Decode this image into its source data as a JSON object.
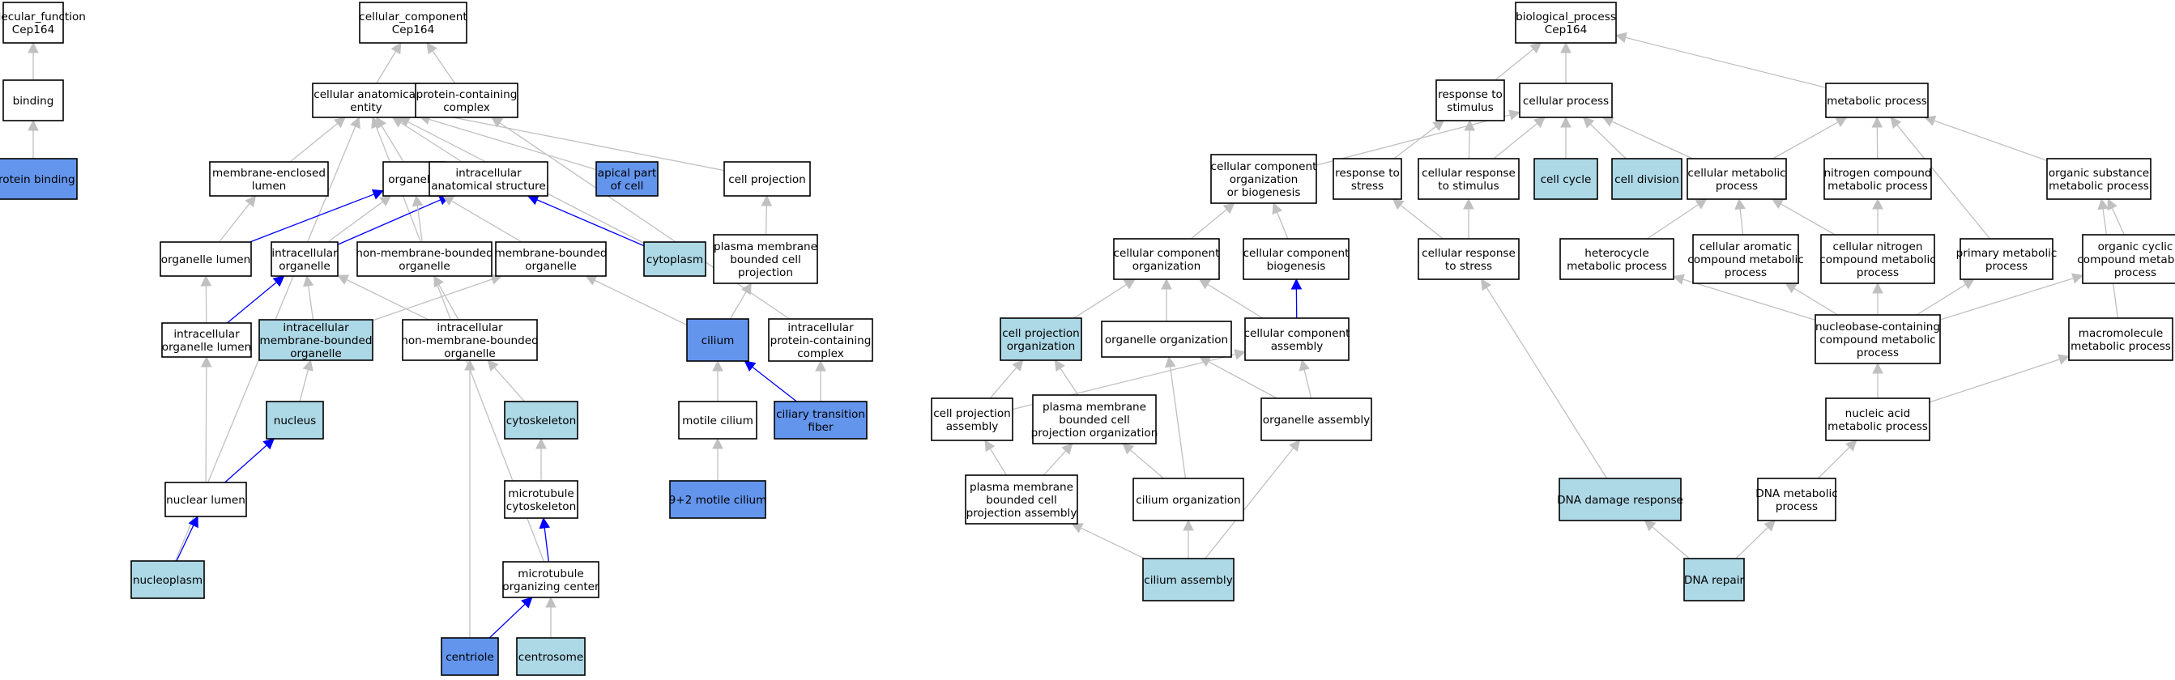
{
  "colors": {
    "default": "#ffffff",
    "light": "#add8e6",
    "dark": "#6495ed",
    "edge_gray": "#c0c0c0",
    "edge_blue": "#0000ff"
  },
  "nodes": {
    "mf_root": {
      "lines": [
        "molecular_function",
        "Cep164"
      ],
      "fill": "default"
    },
    "binding": {
      "lines": [
        "binding"
      ],
      "fill": "default"
    },
    "protein_binding": {
      "lines": [
        "protein binding"
      ],
      "fill": "dark"
    },
    "cc_root": {
      "lines": [
        "cellular_component",
        "Cep164"
      ],
      "fill": "default"
    },
    "cae": {
      "lines": [
        "cellular anatomical",
        "entity"
      ],
      "fill": "default"
    },
    "pcc": {
      "lines": [
        "protein-containing",
        "complex"
      ],
      "fill": "default"
    },
    "mel": {
      "lines": [
        "membrane-enclosed",
        "lumen"
      ],
      "fill": "default"
    },
    "organelle": {
      "lines": [
        "organelle"
      ],
      "fill": "default"
    },
    "ias": {
      "lines": [
        "intracellular",
        "anatomical structure"
      ],
      "fill": "default"
    },
    "apical": {
      "lines": [
        "apical part",
        "of cell"
      ],
      "fill": "dark"
    },
    "cellproj": {
      "lines": [
        "cell projection"
      ],
      "fill": "default"
    },
    "orglumen": {
      "lines": [
        "organelle lumen"
      ],
      "fill": "default"
    },
    "intorg": {
      "lines": [
        "intracellular",
        "organelle"
      ],
      "fill": "default"
    },
    "nmbo": {
      "lines": [
        "non-membrane-bounded",
        "organelle"
      ],
      "fill": "default"
    },
    "mbo": {
      "lines": [
        "membrane-bounded",
        "organelle"
      ],
      "fill": "default"
    },
    "cytoplasm": {
      "lines": [
        "cytoplasm"
      ],
      "fill": "light"
    },
    "pmbcp": {
      "lines": [
        "plasma membrane",
        "bounded cell",
        "projection"
      ],
      "fill": "default"
    },
    "iol": {
      "lines": [
        "intracellular",
        "organelle lumen"
      ],
      "fill": "default"
    },
    "imbo": {
      "lines": [
        "intracellular",
        "membrane-bounded",
        "organelle"
      ],
      "fill": "light"
    },
    "inmbo": {
      "lines": [
        "intracellular",
        "non-membrane-bounded",
        "organelle"
      ],
      "fill": "default"
    },
    "cilium": {
      "lines": [
        "cilium"
      ],
      "fill": "dark"
    },
    "ipcc": {
      "lines": [
        "intracellular",
        "protein-containing",
        "complex"
      ],
      "fill": "default"
    },
    "nucleus": {
      "lines": [
        "nucleus"
      ],
      "fill": "light"
    },
    "cytoskeleton": {
      "lines": [
        "cytoskeleton"
      ],
      "fill": "light"
    },
    "motile": {
      "lines": [
        "motile cilium"
      ],
      "fill": "default"
    },
    "ctf": {
      "lines": [
        "ciliary transition",
        "fiber"
      ],
      "fill": "dark"
    },
    "nuclumen": {
      "lines": [
        "nuclear lumen"
      ],
      "fill": "default"
    },
    "mtcyto": {
      "lines": [
        "microtubule",
        "cytoskeleton"
      ],
      "fill": "default"
    },
    "motile92": {
      "lines": [
        "9+2 motile cilium"
      ],
      "fill": "dark"
    },
    "nucleoplasm": {
      "lines": [
        "nucleoplasm"
      ],
      "fill": "light"
    },
    "mtoc": {
      "lines": [
        "microtubule",
        "organizing center"
      ],
      "fill": "default"
    },
    "centriole": {
      "lines": [
        "centriole"
      ],
      "fill": "dark"
    },
    "centrosome": {
      "lines": [
        "centrosome"
      ],
      "fill": "light"
    },
    "bp_root": {
      "lines": [
        "biological_process",
        "Cep164"
      ],
      "fill": "default"
    },
    "rts": {
      "lines": [
        "response to",
        "stimulus"
      ],
      "fill": "default"
    },
    "cellproc": {
      "lines": [
        "cellular process"
      ],
      "fill": "default"
    },
    "metproc": {
      "lines": [
        "metabolic process"
      ],
      "fill": "default"
    },
    "ccob": {
      "lines": [
        "cellular component",
        "organization",
        "or biogenesis"
      ],
      "fill": "default"
    },
    "rtstress": {
      "lines": [
        "response to",
        "stress"
      ],
      "fill": "default"
    },
    "crs": {
      "lines": [
        "cellular response",
        "to stimulus"
      ],
      "fill": "default"
    },
    "cellcycle": {
      "lines": [
        "cell cycle"
      ],
      "fill": "light"
    },
    "celldiv": {
      "lines": [
        "cell division"
      ],
      "fill": "light"
    },
    "cmp": {
      "lines": [
        "cellular metabolic",
        "process"
      ],
      "fill": "default"
    },
    "ncmp": {
      "lines": [
        "nitrogen compound",
        "metabolic process"
      ],
      "fill": "default"
    },
    "osmp": {
      "lines": [
        "organic substance",
        "metabolic process"
      ],
      "fill": "default"
    },
    "cco": {
      "lines": [
        "cellular component",
        "organization"
      ],
      "fill": "default"
    },
    "ccb": {
      "lines": [
        "cellular component",
        "biogenesis"
      ],
      "fill": "default"
    },
    "crstress": {
      "lines": [
        "cellular response",
        "to stress"
      ],
      "fill": "default"
    },
    "hmp": {
      "lines": [
        "heterocycle",
        "metabolic process"
      ],
      "fill": "default"
    },
    "cacmp": {
      "lines": [
        "cellular aromatic",
        "compound metabolic",
        "process"
      ],
      "fill": "default"
    },
    "cncmp": {
      "lines": [
        "cellular nitrogen",
        "compound metabolic",
        "process"
      ],
      "fill": "default"
    },
    "pmp": {
      "lines": [
        "primary metabolic",
        "process"
      ],
      "fill": "default"
    },
    "occmp": {
      "lines": [
        "organic cyclic",
        "compound metabolic",
        "process"
      ],
      "fill": "default"
    },
    "cpo": {
      "lines": [
        "cell projection",
        "organization"
      ],
      "fill": "light"
    },
    "orgorg": {
      "lines": [
        "organelle organization"
      ],
      "fill": "default"
    },
    "cca": {
      "lines": [
        "cellular component",
        "assembly"
      ],
      "fill": "default"
    },
    "nbccmp": {
      "lines": [
        "nucleobase-containing",
        "compound metabolic",
        "process"
      ],
      "fill": "default"
    },
    "mmp": {
      "lines": [
        "macromolecule",
        "metabolic process"
      ],
      "fill": "default"
    },
    "cpa": {
      "lines": [
        "cell projection",
        "assembly"
      ],
      "fill": "default"
    },
    "pmbcpo": {
      "lines": [
        "plasma membrane",
        "bounded cell",
        "projection organization"
      ],
      "fill": "default"
    },
    "orgasm": {
      "lines": [
        "organelle assembly"
      ],
      "fill": "default"
    },
    "namp": {
      "lines": [
        "nucleic acid",
        "metabolic process"
      ],
      "fill": "default"
    },
    "pmbcpa": {
      "lines": [
        "plasma membrane",
        "bounded cell",
        "projection assembly"
      ],
      "fill": "default"
    },
    "ciliumorg": {
      "lines": [
        "cilium organization"
      ],
      "fill": "default"
    },
    "ddr": {
      "lines": [
        "DNA damage response"
      ],
      "fill": "light"
    },
    "dnamp": {
      "lines": [
        "DNA metabolic",
        "process"
      ],
      "fill": "default"
    },
    "ciliumasm": {
      "lines": [
        "cilium assembly"
      ],
      "fill": "light"
    },
    "dnarepair": {
      "lines": [
        "DNA repair"
      ],
      "fill": "light"
    }
  },
  "edges": [
    {
      "from": "binding",
      "to": "mf_root",
      "color": "gray"
    },
    {
      "from": "protein_binding",
      "to": "binding",
      "color": "gray"
    },
    {
      "from": "cae",
      "to": "cc_root",
      "color": "gray"
    },
    {
      "from": "pcc",
      "to": "cc_root",
      "color": "gray"
    },
    {
      "from": "mel",
      "to": "cae",
      "color": "gray"
    },
    {
      "from": "organelle",
      "to": "cae",
      "color": "gray"
    },
    {
      "from": "ias",
      "to": "cae",
      "color": "gray"
    },
    {
      "from": "apical",
      "to": "cae",
      "color": "gray"
    },
    {
      "from": "cellproj",
      "to": "cae",
      "color": "gray"
    },
    {
      "from": "cytoplasm",
      "to": "cae",
      "color": "gray"
    },
    {
      "from": "nucleoplasm",
      "to": "cae",
      "color": "gray"
    },
    {
      "from": "mtoc",
      "to": "cae",
      "color": "gray"
    },
    {
      "from": "orglumen",
      "to": "mel",
      "color": "gray"
    },
    {
      "from": "orglumen",
      "to": "organelle",
      "color": "blue"
    },
    {
      "from": "intorg",
      "to": "organelle",
      "color": "gray"
    },
    {
      "from": "intorg",
      "to": "ias",
      "color": "blue"
    },
    {
      "from": "nmbo",
      "to": "organelle",
      "color": "gray"
    },
    {
      "from": "mbo",
      "to": "organelle",
      "color": "gray"
    },
    {
      "from": "cytoplasm",
      "to": "ias",
      "color": "blue"
    },
    {
      "from": "pmbcp",
      "to": "cellproj",
      "color": "gray"
    },
    {
      "from": "iol",
      "to": "orglumen",
      "color": "gray"
    },
    {
      "from": "iol",
      "to": "intorg",
      "color": "blue"
    },
    {
      "from": "imbo",
      "to": "intorg",
      "color": "gray"
    },
    {
      "from": "imbo",
      "to": "mbo",
      "color": "gray"
    },
    {
      "from": "inmbo",
      "to": "intorg",
      "color": "gray"
    },
    {
      "from": "inmbo",
      "to": "nmbo",
      "color": "gray"
    },
    {
      "from": "cilium",
      "to": "mbo",
      "color": "gray"
    },
    {
      "from": "cilium",
      "to": "pmbcp",
      "color": "gray"
    },
    {
      "from": "ipcc",
      "to": "pcc",
      "color": "gray"
    },
    {
      "from": "nucleus",
      "to": "imbo",
      "color": "gray"
    },
    {
      "from": "cytoskeleton",
      "to": "inmbo",
      "color": "gray"
    },
    {
      "from": "motile",
      "to": "cilium",
      "color": "gray"
    },
    {
      "from": "ctf",
      "to": "cilium",
      "color": "blue"
    },
    {
      "from": "ctf",
      "to": "ipcc",
      "color": "gray"
    },
    {
      "from": "nuclumen",
      "to": "iol",
      "color": "gray"
    },
    {
      "from": "nuclumen",
      "to": "nucleus",
      "color": "blue"
    },
    {
      "from": "mtcyto",
      "to": "cytoskeleton",
      "color": "gray"
    },
    {
      "from": "motile92",
      "to": "motile",
      "color": "gray"
    },
    {
      "from": "nucleoplasm",
      "to": "nuclumen",
      "color": "blue"
    },
    {
      "from": "mtoc",
      "to": "mtcyto",
      "color": "blue"
    },
    {
      "from": "centriole",
      "to": "inmbo",
      "color": "gray"
    },
    {
      "from": "centriole",
      "to": "mtoc",
      "color": "blue"
    },
    {
      "from": "centrosome",
      "to": "mtoc",
      "color": "gray"
    },
    {
      "from": "rts",
      "to": "bp_root",
      "color": "gray"
    },
    {
      "from": "cellproc",
      "to": "bp_root",
      "color": "gray"
    },
    {
      "from": "metproc",
      "to": "bp_root",
      "color": "gray"
    },
    {
      "from": "ccob",
      "to": "cellproc",
      "color": "gray"
    },
    {
      "from": "rtstress",
      "to": "rts",
      "color": "gray"
    },
    {
      "from": "crs",
      "to": "rts",
      "color": "gray"
    },
    {
      "from": "crs",
      "to": "cellproc",
      "color": "gray"
    },
    {
      "from": "cellcycle",
      "to": "cellproc",
      "color": "gray"
    },
    {
      "from": "celldiv",
      "to": "cellproc",
      "color": "gray"
    },
    {
      "from": "cmp",
      "to": "cellproc",
      "color": "gray"
    },
    {
      "from": "cmp",
      "to": "metproc",
      "color": "gray"
    },
    {
      "from": "ncmp",
      "to": "metproc",
      "color": "gray"
    },
    {
      "from": "osmp",
      "to": "metproc",
      "color": "gray"
    },
    {
      "from": "pmp",
      "to": "metproc",
      "color": "gray"
    },
    {
      "from": "cco",
      "to": "ccob",
      "color": "gray"
    },
    {
      "from": "ccb",
      "to": "ccob",
      "color": "gray"
    },
    {
      "from": "crstress",
      "to": "rtstress",
      "color": "gray"
    },
    {
      "from": "crstress",
      "to": "crs",
      "color": "gray"
    },
    {
      "from": "hmp",
      "to": "cmp",
      "color": "gray"
    },
    {
      "from": "cacmp",
      "to": "cmp",
      "color": "gray"
    },
    {
      "from": "cncmp",
      "to": "cmp",
      "color": "gray"
    },
    {
      "from": "cncmp",
      "to": "ncmp",
      "color": "gray"
    },
    {
      "from": "occmp",
      "to": "osmp",
      "color": "gray"
    },
    {
      "from": "mmp",
      "to": "osmp",
      "color": "gray"
    },
    {
      "from": "cpo",
      "to": "cco",
      "color": "gray"
    },
    {
      "from": "orgorg",
      "to": "cco",
      "color": "gray"
    },
    {
      "from": "cca",
      "to": "cco",
      "color": "gray"
    },
    {
      "from": "cca",
      "to": "ccb",
      "color": "blue"
    },
    {
      "from": "nbccmp",
      "to": "hmp",
      "color": "gray"
    },
    {
      "from": "nbccmp",
      "to": "cacmp",
      "color": "gray"
    },
    {
      "from": "nbccmp",
      "to": "cncmp",
      "color": "gray"
    },
    {
      "from": "nbccmp",
      "to": "pmp",
      "color": "gray"
    },
    {
      "from": "nbccmp",
      "to": "occmp",
      "color": "gray"
    },
    {
      "from": "cpa",
      "to": "cpo",
      "color": "gray"
    },
    {
      "from": "cpa",
      "to": "cca",
      "color": "gray"
    },
    {
      "from": "pmbcpo",
      "to": "cpo",
      "color": "gray"
    },
    {
      "from": "orgasm",
      "to": "orgorg",
      "color": "gray"
    },
    {
      "from": "orgasm",
      "to": "cca",
      "color": "gray"
    },
    {
      "from": "namp",
      "to": "nbccmp",
      "color": "gray"
    },
    {
      "from": "namp",
      "to": "mmp",
      "color": "gray"
    },
    {
      "from": "pmbcpa",
      "to": "cpa",
      "color": "gray"
    },
    {
      "from": "pmbcpa",
      "to": "pmbcpo",
      "color": "gray"
    },
    {
      "from": "ciliumorg",
      "to": "orgorg",
      "color": "gray"
    },
    {
      "from": "ciliumorg",
      "to": "pmbcpo",
      "color": "gray"
    },
    {
      "from": "ddr",
      "to": "crstress",
      "color": "gray"
    },
    {
      "from": "dnamp",
      "to": "namp",
      "color": "gray"
    },
    {
      "from": "ciliumasm",
      "to": "pmbcpa",
      "color": "gray"
    },
    {
      "from": "ciliumasm",
      "to": "ciliumorg",
      "color": "gray"
    },
    {
      "from": "ciliumasm",
      "to": "orgasm",
      "color": "gray"
    },
    {
      "from": "dnarepair",
      "to": "ddr",
      "color": "gray"
    },
    {
      "from": "dnarepair",
      "to": "dnamp",
      "color": "gray"
    }
  ]
}
